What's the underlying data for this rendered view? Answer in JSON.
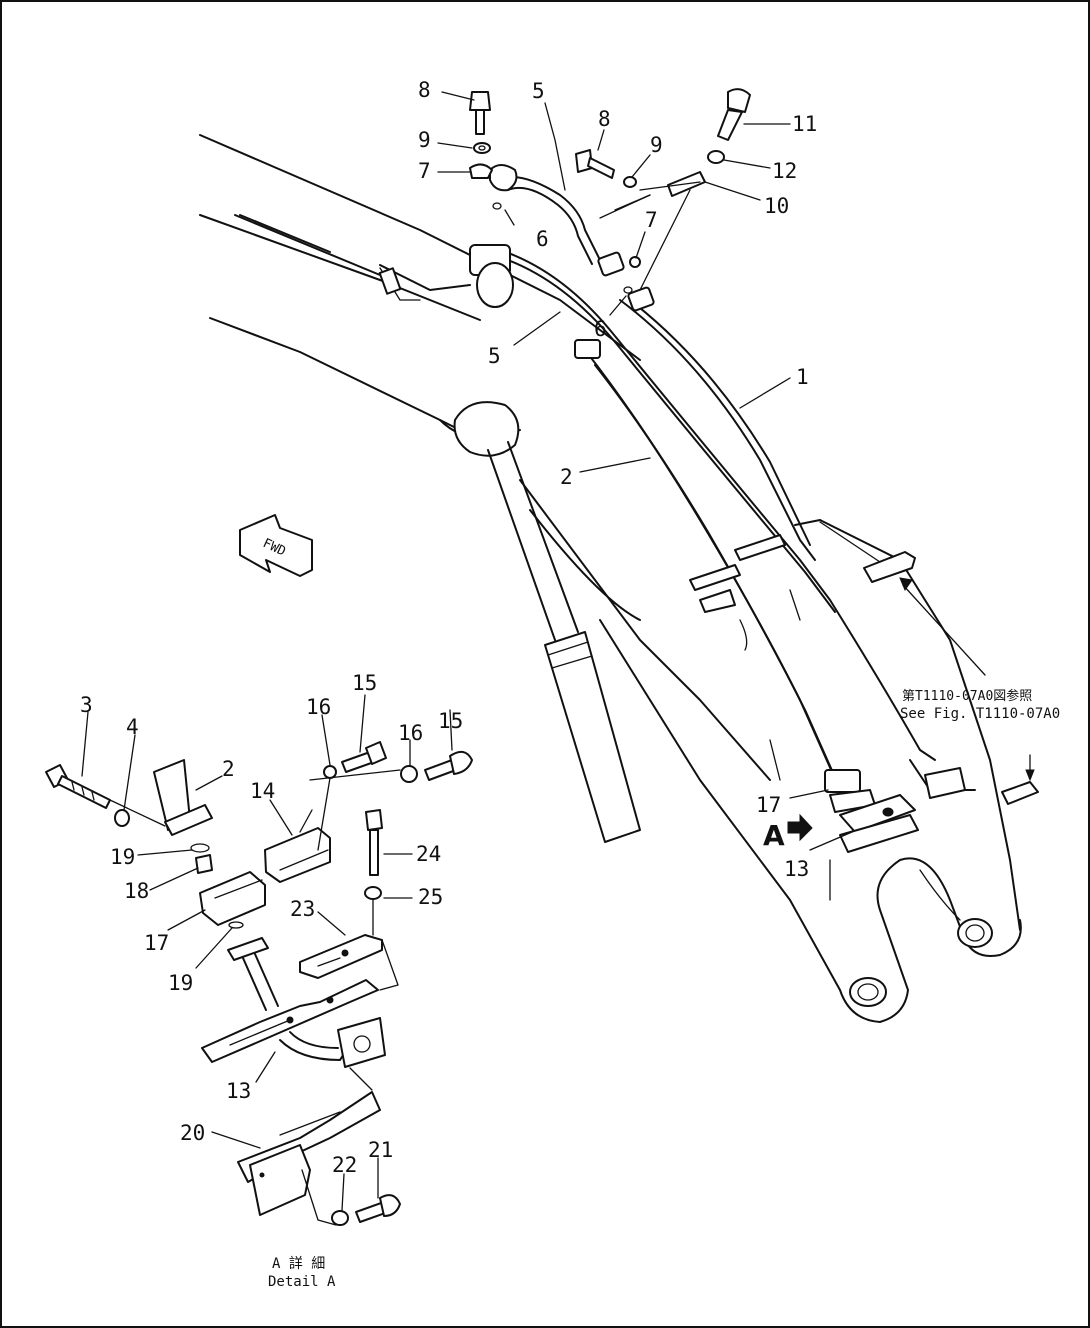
{
  "labels": {
    "n1": "1",
    "n2_main": "2",
    "n5_top": "5",
    "n5_mid": "5",
    "n6_left": "6",
    "n6_right": "6",
    "n7_left": "7",
    "n7_right": "7",
    "n8_left": "8",
    "n8_right": "8",
    "n9_left": "9",
    "n9_right": "9",
    "n10": "10",
    "n11": "11",
    "n12": "12",
    "n13_main": "13",
    "n17_main": "17",
    "n3": "3",
    "n4": "4",
    "n2_detail": "2",
    "n14": "14",
    "n15_a": "15",
    "n15_b": "15",
    "n16_a": "16",
    "n16_b": "16",
    "n17_detail": "17",
    "n18": "18",
    "n19_a": "19",
    "n19_b": "19",
    "n13_detail": "13",
    "n20": "20",
    "n21": "21",
    "n22": "22",
    "n23": "23",
    "n24": "24",
    "n25": "25"
  },
  "reference_note": {
    "japanese": "第T1110-07A0図参照",
    "english": "See Fig. T1110-07A0"
  },
  "detail_arrow_label": "A",
  "fwd_label": "FWD",
  "detail_caption": {
    "japanese": "A 詳 細",
    "english": "Detail A"
  }
}
